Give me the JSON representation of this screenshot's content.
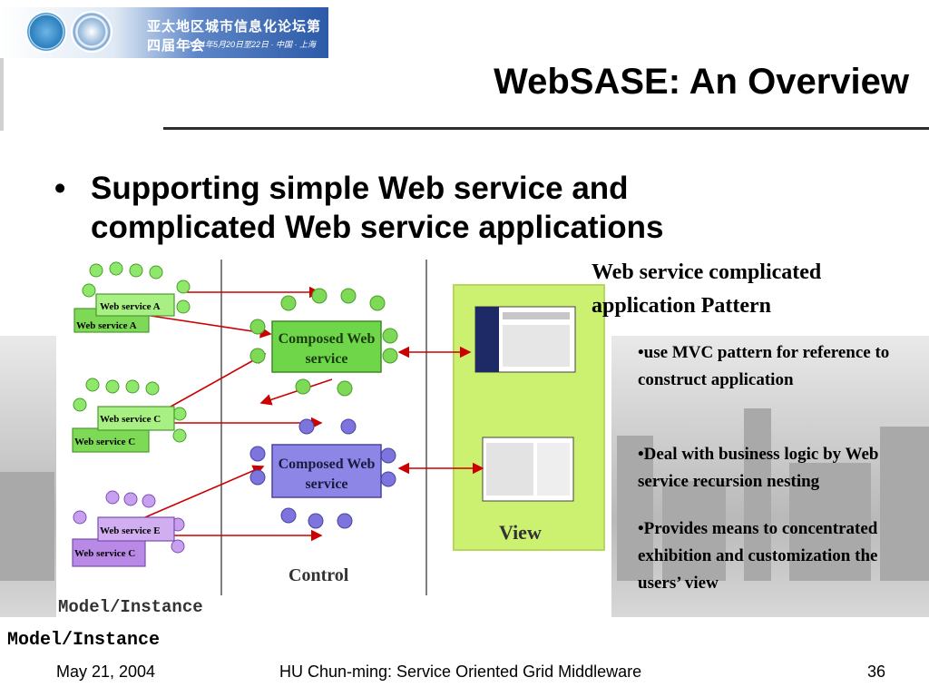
{
  "header": {
    "banner_title": "亚太地区城市信息化论坛第四届年会",
    "banner_subtitle": "2004年5月20日至22日 · 中国 · 上海",
    "logo1_icon": "forum-logo-icon",
    "logo2_icon": "un-logo-icon"
  },
  "slide": {
    "title": "WebSASE: An Overview",
    "bullet_symbol": "•",
    "bullet_text": "Supporting simple Web service and complicated Web service applications"
  },
  "diagram": {
    "ws_a_front": "Web service A",
    "ws_a_back": "Web service A",
    "ws_c1_front": "Web service C",
    "ws_c1_back": "Web service C",
    "ws_e_front": "Web service E",
    "ws_c2_back": "Web service C",
    "composed1": [
      "Composed Web",
      "service"
    ],
    "composed2": [
      "Composed Web",
      "service"
    ],
    "view_label": "View",
    "control_label": "Control",
    "model_label": "Model/Instance",
    "colors": {
      "green": "#7ed957",
      "purple": "#8e86e6",
      "violet": "#b88ae6",
      "view_panel": "#ccf070",
      "arrow": "#cc0000"
    }
  },
  "right": {
    "pattern_title": "Web service complicated application Pattern",
    "points": [
      "•use MVC pattern for reference to construct application",
      "•Deal with business logic by Web service recursion nesting",
      "•Provides means to concentrated exhibition and customization the users’ view"
    ]
  },
  "caption": "Model/Instance",
  "footer": {
    "date": "May 21, 2004",
    "center": "HU Chun-ming: Service Oriented Grid Middleware",
    "page": "36"
  }
}
